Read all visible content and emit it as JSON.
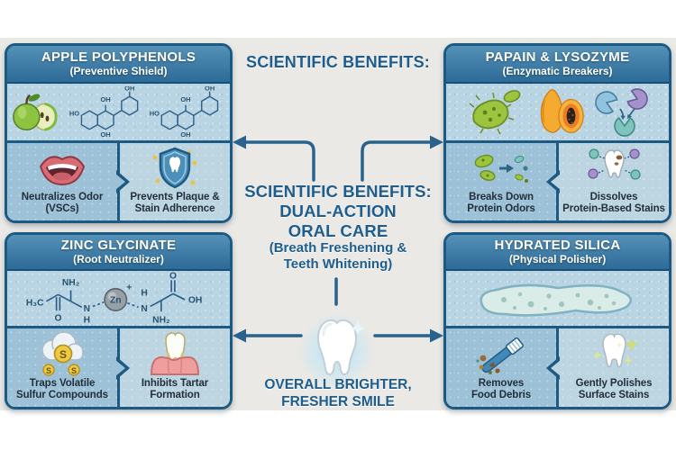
{
  "header": {
    "top_heading": "SCIENTIFIC BENEFITS:"
  },
  "center": {
    "heading": [
      "SCIENTIFIC BENEFITS:",
      "DUAL-ACTION",
      "ORAL CARE"
    ],
    "subheading": [
      "(Breath Freshening &",
      "Teeth Whitening)"
    ],
    "footer": [
      "OVERALL BRIGHTER,",
      "FRESHER SMILE"
    ]
  },
  "panels": {
    "apple": {
      "title": "APPLE POLYPHENOLS",
      "subtitle": "(Preventive Shield)",
      "benefits": [
        {
          "line1": "Neutralizes Odor",
          "line2": "(VSCs)"
        },
        {
          "line1": "Prevents Plaque &",
          "line2": "Stain Adherence"
        }
      ]
    },
    "papain": {
      "title": "PAPAIN & LYSOZYME",
      "subtitle": "(Enzymatic Breakers)",
      "benefits": [
        {
          "line1": "Breaks Down",
          "line2": "Protein Odors"
        },
        {
          "line1": "Dissolves",
          "line2": "Protein-Based Stains"
        }
      ]
    },
    "zinc": {
      "title": "ZINC GLYCINATE",
      "subtitle": "(Root Neutralizer)",
      "benefits": [
        {
          "line1": "Traps Volatile",
          "line2": "Sulfur Compounds"
        },
        {
          "line1": "Inhibits Tartar",
          "line2": "Formation"
        }
      ]
    },
    "silica": {
      "title": "HYDRATED SILICA",
      "subtitle": "(Physical Polisher)",
      "benefits": [
        {
          "line1": "Removes",
          "line2": "Food Debris"
        },
        {
          "line1": "Gently Polishes",
          "line2": "Surface Stains"
        }
      ]
    }
  },
  "chem_labels": {
    "ho": "HO",
    "oh": "OH",
    "h3c": "H₃C",
    "nh2": "NH₂",
    "n": "N",
    "h": "H",
    "o": "O",
    "zn": "Zn",
    "plus": "+",
    "s": "S"
  },
  "colors": {
    "accent_text": "#1e5d8c",
    "panel_border": "#1c5a84",
    "header_gradient_top": "#5591b7",
    "header_gradient_bottom": "#2d6b98",
    "image_row_bg": "#b9d5e4",
    "cell_left_bg": "#9dc2d8",
    "cell_right_bg": "#bcd5e1",
    "stage_bg": "#eae9e6",
    "arrow": "#28628d"
  }
}
